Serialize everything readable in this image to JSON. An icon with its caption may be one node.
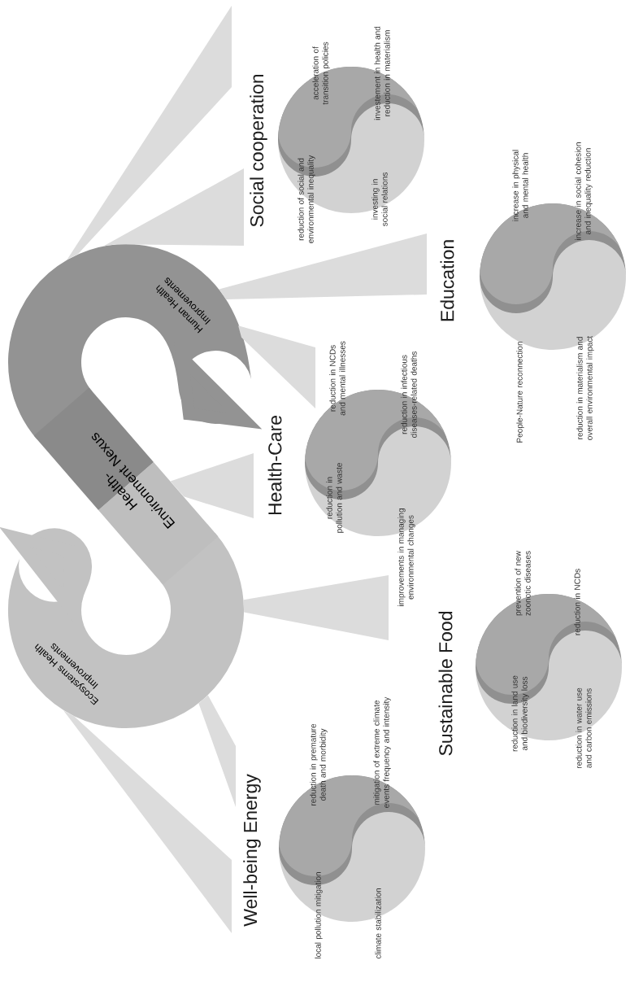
{
  "diagram": {
    "nodes": [
      {
        "text": [
          "Ecosystems Health Improvements"
        ]
      },
      {
        "text": [
          "Health-Environment Nexus"
        ]
      },
      {
        "text": [
          "Human Health Improvements"
        ]
      },
      {
        "text": [
          "Well-being Energy",
          "local pollution mitigation",
          "reduction in premature death and morbidity",
          "climate stabilization",
          "mitigation of extreme climate events frequency and intensity"
        ]
      },
      {
        "text": [
          "Sustainable Food",
          "reduction in land use and biodiversity loss",
          "prevention of new zoonotic diseases",
          "reduction in water use and carbon emissions",
          "reduction in NCDs"
        ]
      },
      {
        "text": [
          "Health-Care",
          "reduction in pollution and waste",
          "reduction in NCDs and mental illnesses",
          "improvements in managing environmental changes",
          "reduction in infectious diseases-related deaths"
        ]
      },
      {
        "text": [
          "Education",
          "People-Nature reconnection",
          "increase in physical and mental health",
          "reduction in materialism and overall environmental impact",
          "increase in social cohesion and inequality reduction"
        ]
      },
      {
        "text": [
          "Social cooperation",
          "reduction of social and environmental inequality",
          "acceleration of transition policies",
          "investing in social relations",
          "investement in health and reduction in materialism"
        ]
      }
    ],
    "edges": [
      {
        "from": 2,
        "to": 7,
        "arrow": "none"
      },
      {
        "from": 2,
        "to": 7,
        "arrow": "none"
      },
      {
        "from": 2,
        "to": 6,
        "arrow": "none"
      },
      {
        "from": 2,
        "to": 5,
        "arrow": "none"
      },
      {
        "from": 1,
        "to": 5,
        "arrow": "none"
      },
      {
        "from": 0,
        "to": 4,
        "arrow": "none"
      },
      {
        "from": 0,
        "to": 3,
        "arrow": "none"
      },
      {
        "from": 0,
        "to": 3,
        "arrow": "none"
      }
    ]
  }
}
